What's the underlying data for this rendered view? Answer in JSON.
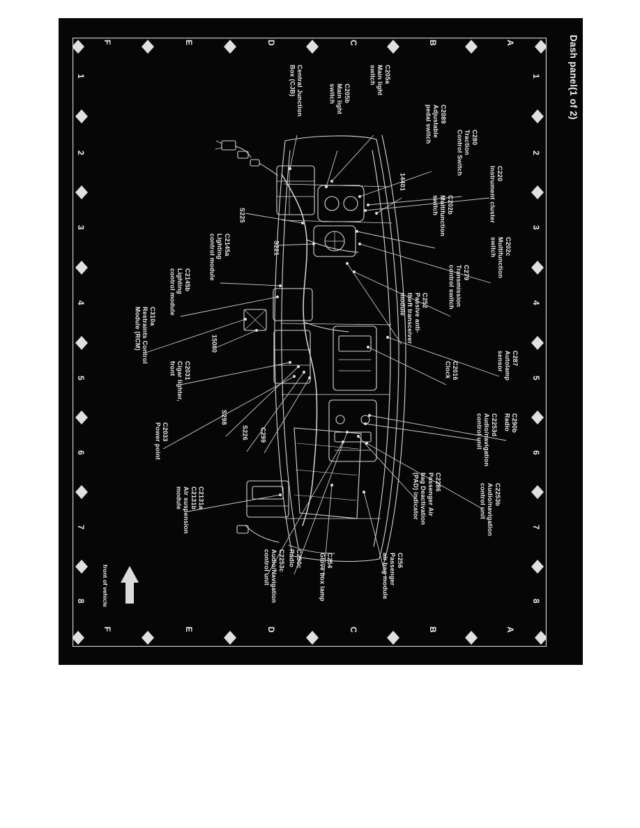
{
  "page": {
    "title": "Dash panel(1 of 2)"
  },
  "grid": {
    "letters": [
      "F",
      "E",
      "D",
      "C",
      "B",
      "A"
    ],
    "numbers": [
      "1",
      "2",
      "3",
      "4",
      "5",
      "6",
      "7",
      "8"
    ]
  },
  "compass": {
    "label": "front of vehicle"
  },
  "callouts": [
    {
      "id": "central-junction-box",
      "text": "Central Junction\nBox (CJB)"
    },
    {
      "id": "c205a",
      "text": "C205a\nMain light\nswitch"
    },
    {
      "id": "c205b",
      "text": "C205b\nMain light\nswitch"
    },
    {
      "id": "c2089",
      "text": "C2089\nAdjustable\npedal switch"
    },
    {
      "id": "c280",
      "text": "C280\nTraction\nControl Switch"
    },
    {
      "id": "p14401",
      "text": "14401"
    },
    {
      "id": "c220",
      "text": "C220\nInstrument cluster"
    },
    {
      "id": "c202b",
      "text": "C202b\nMultifunction\nswitch"
    },
    {
      "id": "s225",
      "text": "S225"
    },
    {
      "id": "c202c",
      "text": "C202c\nMultifunction\nswitch"
    },
    {
      "id": "s221",
      "text": "S221"
    },
    {
      "id": "c2145a",
      "text": "C2145a\nLighting\ncontrol module"
    },
    {
      "id": "c279",
      "text": "C279\nTransmission\ncontrol switch"
    },
    {
      "id": "c2145b",
      "text": "C2145b\nLighting\ncontrol module"
    },
    {
      "id": "c252",
      "text": "C252\nPassive anti-\ntheft transceiver\nmodule"
    },
    {
      "id": "c310a",
      "text": "C310a\nRestraints Control\nModule (RCM)"
    },
    {
      "id": "p15080",
      "text": "15080"
    },
    {
      "id": "c287",
      "text": "C287\nAutolamp\nsensor"
    },
    {
      "id": "c2016",
      "text": "C2016\nClock"
    },
    {
      "id": "c2031",
      "text": "C2031\nCigar lighter,\nfront"
    },
    {
      "id": "c2033",
      "text": "C2033\nPower point"
    },
    {
      "id": "s298",
      "text": "S298"
    },
    {
      "id": "s226",
      "text": "S226"
    },
    {
      "id": "c299",
      "text": "C299"
    },
    {
      "id": "c290b",
      "text": "C290b\nRadio"
    },
    {
      "id": "c2253d",
      "text": "C2253d\nAudio/navigation\ncontrol unit"
    },
    {
      "id": "c2253b",
      "text": "C2253b\nAudio/navigation\ncontrol unit"
    },
    {
      "id": "c2286",
      "text": "C2286\nPassenger Air\nbag Deactivation\n(PAD) indicator"
    },
    {
      "id": "c2131",
      "text": "C2131a\nC2131b\nAir suspension\nmodule"
    },
    {
      "id": "c290c",
      "text": "C290c\nRadio"
    },
    {
      "id": "c2253c",
      "text": "C2253c\nAudio/Navigation\ncontrol unit"
    },
    {
      "id": "c254",
      "text": "C254\nGlove box lamp"
    },
    {
      "id": "c256",
      "text": "C256\nPassenger\nair bag module"
    }
  ]
}
